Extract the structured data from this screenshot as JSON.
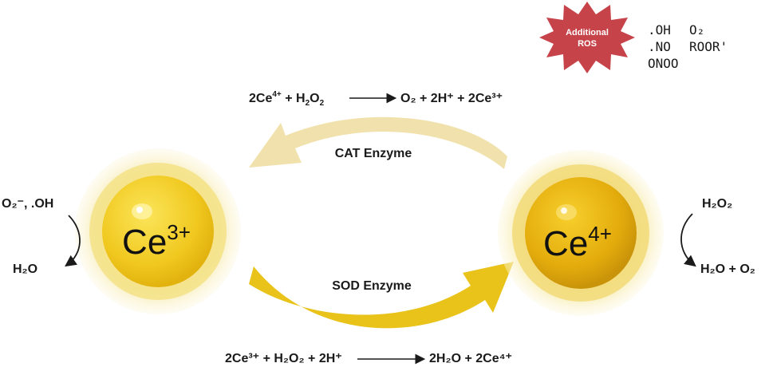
{
  "colors": {
    "ce3_core": "#f0c81e",
    "ce3_halo": "#f7eeb0",
    "ce4_core": "#e3ac0c",
    "ce4_halo": "#f6eba8",
    "cat_arrow": "#f1e2ad",
    "sod_arrow": "#e9c31a",
    "ros_star": "#c7434a"
  },
  "particles": {
    "ce3": {
      "symbol": "Ce",
      "charge": "3+"
    },
    "ce4": {
      "symbol": "Ce",
      "charge": "4+"
    }
  },
  "cat": {
    "label": "CAT Enzyme",
    "equation": {
      "reactants": [
        [
          "2Ce",
          "4+"
        ],
        [
          " + H",
          ""
        ],
        [
          "2",
          "sub"
        ],
        [
          "O",
          ""
        ],
        [
          "2",
          "sub"
        ]
      ],
      "products_text": "O₂ + 2H⁺ + 2Ce³⁺"
    }
  },
  "sod": {
    "label": "SOD Enzyme",
    "equation": {
      "reactants_text": "2Ce³⁺ + H₂O₂ + 2H⁺",
      "products_text": "2H₂O + 2Ce⁴⁺"
    }
  },
  "left_reaction": {
    "input": "O₂⁻, .OH",
    "output": "H₂O"
  },
  "right_reaction": {
    "input": "H₂O₂",
    "output": "H₂O + O₂"
  },
  "ros": {
    "badge_line1": "Additional",
    "badge_line2": "ROS",
    "species": [
      ".OH",
      "O₂",
      ".NO",
      "ROOR'",
      "ONOO"
    ]
  }
}
